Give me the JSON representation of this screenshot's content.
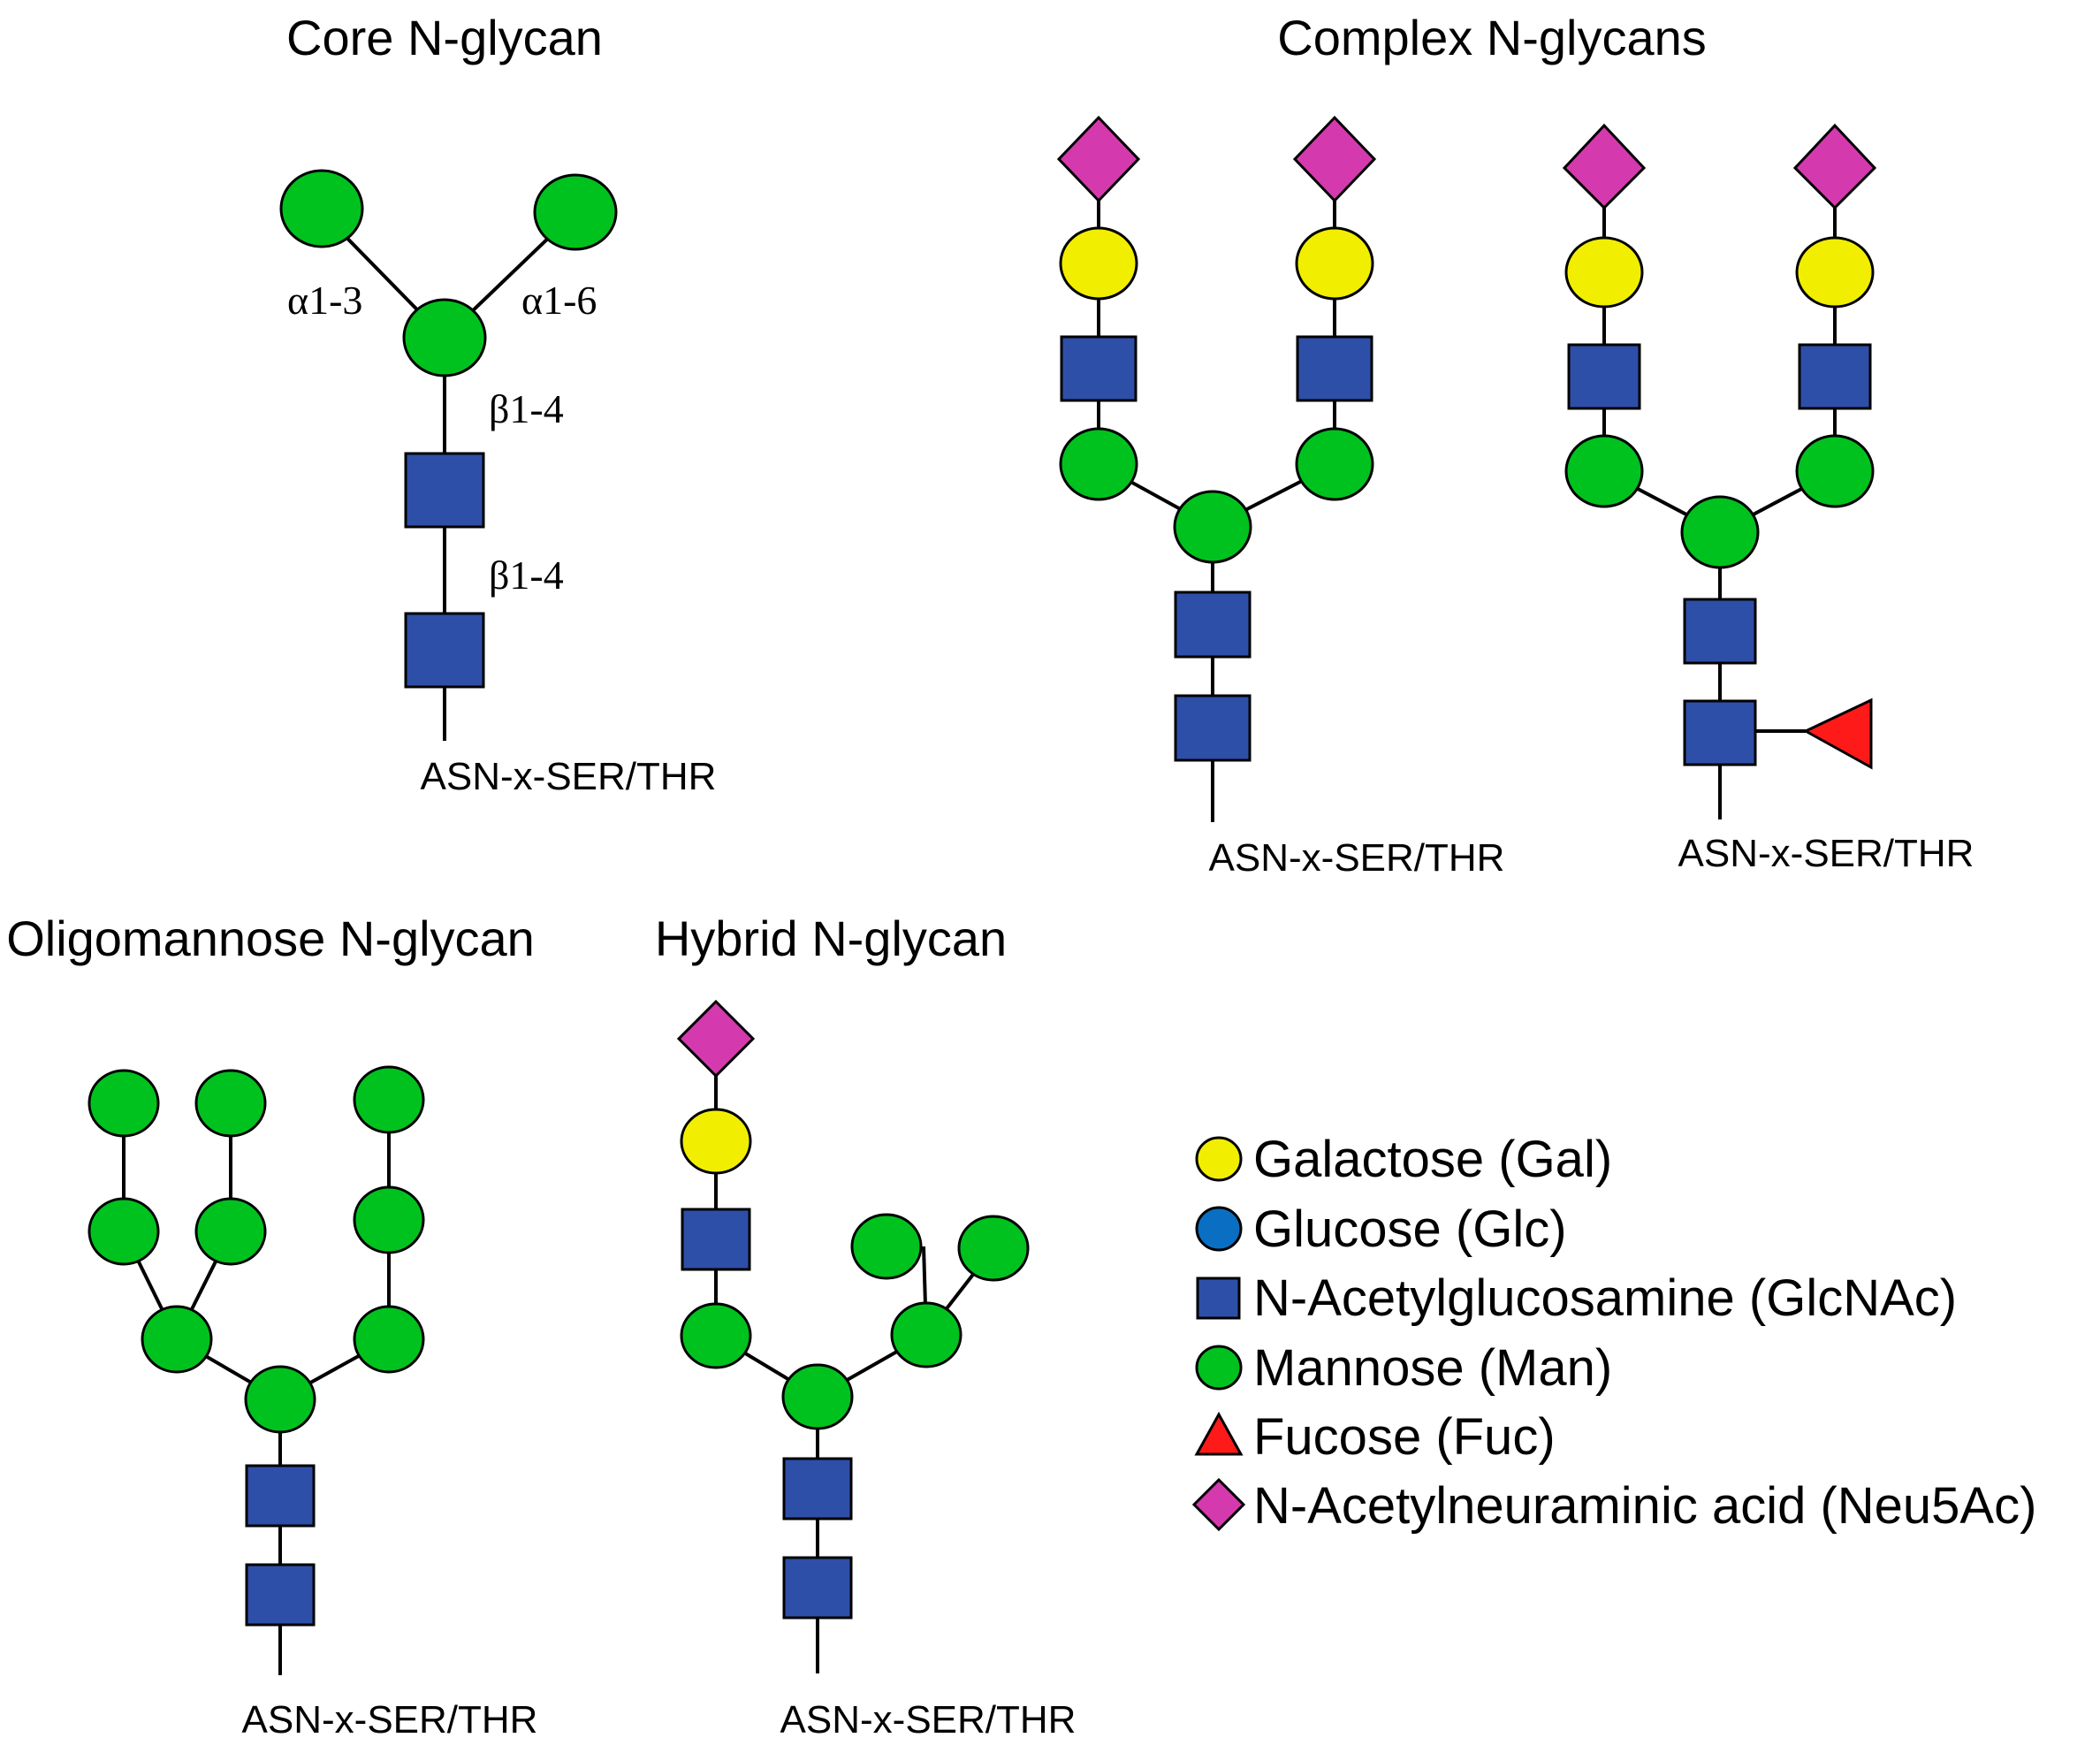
{
  "colors": {
    "galactose": "#F2EE00",
    "glucose": "#0A6FC2",
    "glcnac": "#2E4FA8",
    "mannose": "#00C21E",
    "fucose": "#FF1A1A",
    "neu5ac": "#D43AAE",
    "outline": "#000000"
  },
  "panels": {
    "core": {
      "title": "Core N-glycan",
      "site": "ASN-x-SER/THR",
      "links": [
        "α1-3",
        "α1-6",
        "β1-4",
        "β1-4"
      ]
    },
    "complex": {
      "title": "Complex N-glycans",
      "site_left": "ASN-x-SER/THR",
      "site_right": "ASN-x-SER/THR"
    },
    "oligomannose": {
      "title": "Oligomannose N-glycan",
      "site": "ASN-x-SER/THR"
    },
    "hybrid": {
      "title": "Hybrid N-glycan",
      "site": "ASN-x-SER/THR"
    }
  },
  "legend": [
    {
      "label": "Galactose (Gal)",
      "icon": "yellow-circle-icon"
    },
    {
      "label": "Glucose (Glc)",
      "icon": "blue-circle-icon"
    },
    {
      "label": "N-Acetylglucosamine (GlcNAc)",
      "icon": "blue-square-icon"
    },
    {
      "label": "Mannose (Man)",
      "icon": "green-circle-icon"
    },
    {
      "label": "Fucose (Fuc)",
      "icon": "red-triangle-icon"
    },
    {
      "label": "N-Acetylneuraminic acid (Neu5Ac)",
      "icon": "magenta-diamond-icon"
    }
  ]
}
